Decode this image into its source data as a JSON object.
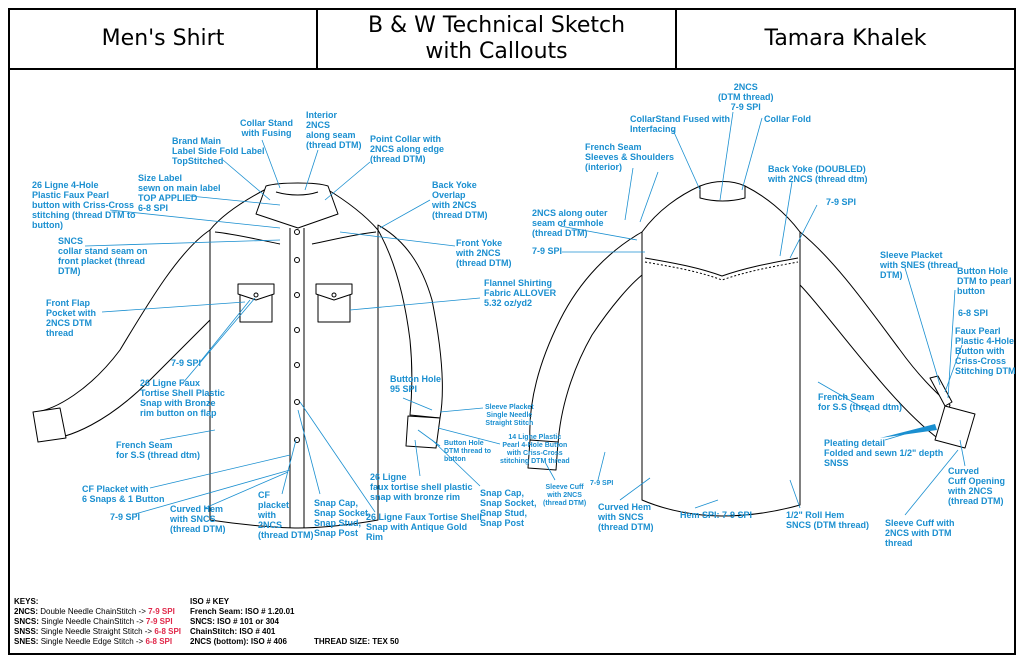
{
  "header": {
    "product": "Men's Shirt",
    "sheet_title_line1": "B & W Technical Sketch",
    "sheet_title_line2": "with Callouts",
    "designer": "Tamara Khalek"
  },
  "callouts": [
    {
      "id": "collar-stand",
      "lines": [
        "Collar Stand",
        "with Fusing"
      ]
    },
    {
      "id": "interior-2ncs",
      "lines": [
        "Interior",
        "2NCS",
        "along seam",
        "(thread DTM)"
      ]
    },
    {
      "id": "brand-label",
      "lines": [
        "Brand Main",
        "Label Side Fold Label",
        "TopStitched"
      ]
    },
    {
      "id": "point-collar",
      "lines": [
        "Point Collar with",
        "2NCS along edge",
        "(thread DTM)"
      ]
    },
    {
      "id": "size-label",
      "lines": [
        "Size Label",
        "sewn on main label",
        "TOP APPLIED",
        "6-8 SPI"
      ]
    },
    {
      "id": "button-4hole",
      "lines": [
        "26 Ligne 4-Hole",
        "Plastic Faux Pearl",
        "button with Criss-Cross",
        "stitching (thread DTM to",
        "button)"
      ]
    },
    {
      "id": "back-yoke-overlap",
      "lines": [
        "Back Yoke",
        "Overlap",
        "with 2NCS",
        "(thread DTM)"
      ]
    },
    {
      "id": "sncs-collar",
      "lines": [
        "SNCS",
        "collar stand seam on",
        "front placket (thread",
        "DTM)"
      ]
    },
    {
      "id": "front-yoke",
      "lines": [
        "Front Yoke",
        "with 2NCS",
        "(thread DTM)"
      ]
    },
    {
      "id": "flannel",
      "lines": [
        "Flannel Shirting",
        "Fabric ALLOVER",
        "5.32 oz/yd2"
      ]
    },
    {
      "id": "front-flap",
      "lines": [
        "Front Flap",
        "Pocket with",
        "2NCS DTM",
        "thread"
      ]
    },
    {
      "id": "spi-79-front",
      "lines": [
        "7-9 SPI"
      ]
    },
    {
      "id": "tortise-snap",
      "lines": [
        "26 Ligne Faux",
        "Tortise Shell Plastic",
        "Snap with Bronze",
        "rim button on flap"
      ]
    },
    {
      "id": "button-hole-95",
      "lines": [
        "Button Hole",
        "95 SPI"
      ]
    },
    {
      "id": "sleeve-placket-single",
      "lines": [
        "Sleeve Placket",
        "Single Needle",
        "Straight Stitch"
      ]
    },
    {
      "id": "french-seam-front",
      "lines": [
        "French Seam",
        "for S.S (thread dtm)"
      ]
    },
    {
      "id": "button-hole-dtm",
      "lines": [
        "Button Hole",
        "DTM thread to",
        "button"
      ]
    },
    {
      "id": "pearl-14",
      "lines": [
        "14 Ligne Plastic",
        "Pearl 4-Hole Button",
        "with Criss-Cross",
        "stitching DTM thread"
      ]
    },
    {
      "id": "cf-placket-snaps",
      "lines": [
        "CF Placket with",
        "6 Snaps & 1 Button"
      ]
    },
    {
      "id": "faux-tortise-bronze",
      "lines": [
        "26 Ligne",
        "faux tortise shell plastic",
        "snap with bronze rim"
      ]
    },
    {
      "id": "snap-cap-right",
      "lines": [
        "Snap Cap,",
        "Snap Socket,",
        "Snap Stud,",
        "Snap Post"
      ]
    },
    {
      "id": "spi-79-bottom",
      "lines": [
        "7-9 SPI"
      ]
    },
    {
      "id": "curved-hem-front",
      "lines": [
        "Curved Hem",
        "with SNCS",
        "(thread DTM)"
      ]
    },
    {
      "id": "cf-placket-2ncs",
      "lines": [
        "CF",
        "placket",
        "with",
        "2NCS",
        "(thread DTM)"
      ]
    },
    {
      "id": "snap-cap-mid",
      "lines": [
        "Snap Cap,",
        "Snap Socket,",
        "Snap Stud,",
        "Snap Post"
      ]
    },
    {
      "id": "gold-rim",
      "lines": [
        "26 Ligne Faux Tortise Shell",
        "Snap with Antique Gold",
        "Rim"
      ]
    },
    {
      "id": "back-2ncs-thread",
      "lines": [
        "2NCS",
        "(DTM thread)",
        "7-9 SPI"
      ]
    },
    {
      "id": "collarstand-fused",
      "lines": [
        "CollarStand Fused with",
        "Interfacing"
      ]
    },
    {
      "id": "collar-fold",
      "lines": [
        "Collar Fold"
      ]
    },
    {
      "id": "french-seam-sleeves",
      "lines": [
        "French Seam",
        "Sleeves & Shoulders",
        "(interior)"
      ]
    },
    {
      "id": "back-yoke-doubled",
      "lines": [
        "Back Yoke (DOUBLED)",
        "with 2NCS (thread dtm)"
      ]
    },
    {
      "id": "spi-79-yoke",
      "lines": [
        "7-9 SPI"
      ]
    },
    {
      "id": "armhole",
      "lines": [
        "2NCS along outer",
        "seam of armhole",
        "(thread DTM)"
      ]
    },
    {
      "id": "spi-79-armhole",
      "lines": [
        "7-9 SPI"
      ]
    },
    {
      "id": "sleeve-placket-snes",
      "lines": [
        "Sleeve Placket",
        "with SNES (thread",
        "DTM)"
      ]
    },
    {
      "id": "button-hole-pearl",
      "lines": [
        "Button Hole",
        "DTM to pearl",
        "button"
      ]
    },
    {
      "id": "spi-68",
      "lines": [
        "6-8 SPI"
      ]
    },
    {
      "id": "faux-pearl-4hole",
      "lines": [
        "Faux Pearl",
        "Plastic 4-Hole",
        "Button with",
        "Criss-Cross",
        "Stitching DTM"
      ]
    },
    {
      "id": "french-seam-back",
      "lines": [
        "French Seam",
        "for S.S (thread dtm)"
      ]
    },
    {
      "id": "pleating",
      "lines": [
        "Pleating detail",
        "Folded and sewn 1/2\" depth",
        "SNSS"
      ]
    },
    {
      "id": "sleeve-cuff-2ncs",
      "lines": [
        "Sleeve Cuff",
        "with 2NCS",
        "(thread DTM)"
      ]
    },
    {
      "id": "spi-79-cuff",
      "lines": [
        "7-9 SPI"
      ]
    },
    {
      "id": "curved-hem-back",
      "lines": [
        "Curved Hem",
        "with SNCS",
        "(thread DTM)"
      ]
    },
    {
      "id": "hem-spi",
      "lines": [
        "Hem SPI: 7-9 SPI"
      ]
    },
    {
      "id": "roll-hem",
      "lines": [
        "1/2\" Roll Hem",
        "SNCS (DTM thread)"
      ]
    },
    {
      "id": "curved-cuff",
      "lines": [
        "Curved",
        "Cuff Opening",
        "with 2NCS",
        "(thread DTM)"
      ]
    },
    {
      "id": "sleeve-cuff-dtm",
      "lines": [
        "Sleeve Cuff with",
        "2NCS with DTM",
        "thread"
      ]
    }
  ],
  "keys": {
    "title": "KEYS:",
    "items": [
      {
        "code": "2NCS:",
        "desc": "Double Needle ChainStitch ->",
        "spi": "7-9 SPI"
      },
      {
        "code": "SNCS:",
        "desc": "Single Needle ChainStitch ->",
        "spi": "7-9 SPI"
      },
      {
        "code": "SNSS:",
        "desc": "Single Needle Straight Stitch ->",
        "spi": "6-8 SPI"
      },
      {
        "code": "SNES:",
        "desc": "Single Needle Edge Stitch ->",
        "spi": "6-8 SPI"
      }
    ]
  },
  "iso": {
    "title": "ISO # KEY",
    "items": [
      "French Seam: ISO # 1.20.01",
      "SNCS: ISO # 101 or 304",
      "ChainStitch: ISO # 401",
      "2NCS (bottom): ISO # 406"
    ]
  },
  "thread_size": "THREAD SIZE: TEX 50",
  "colors": {
    "callout": "#1a8fd0",
    "spi_red": "#e0284a",
    "line": "#000000"
  }
}
